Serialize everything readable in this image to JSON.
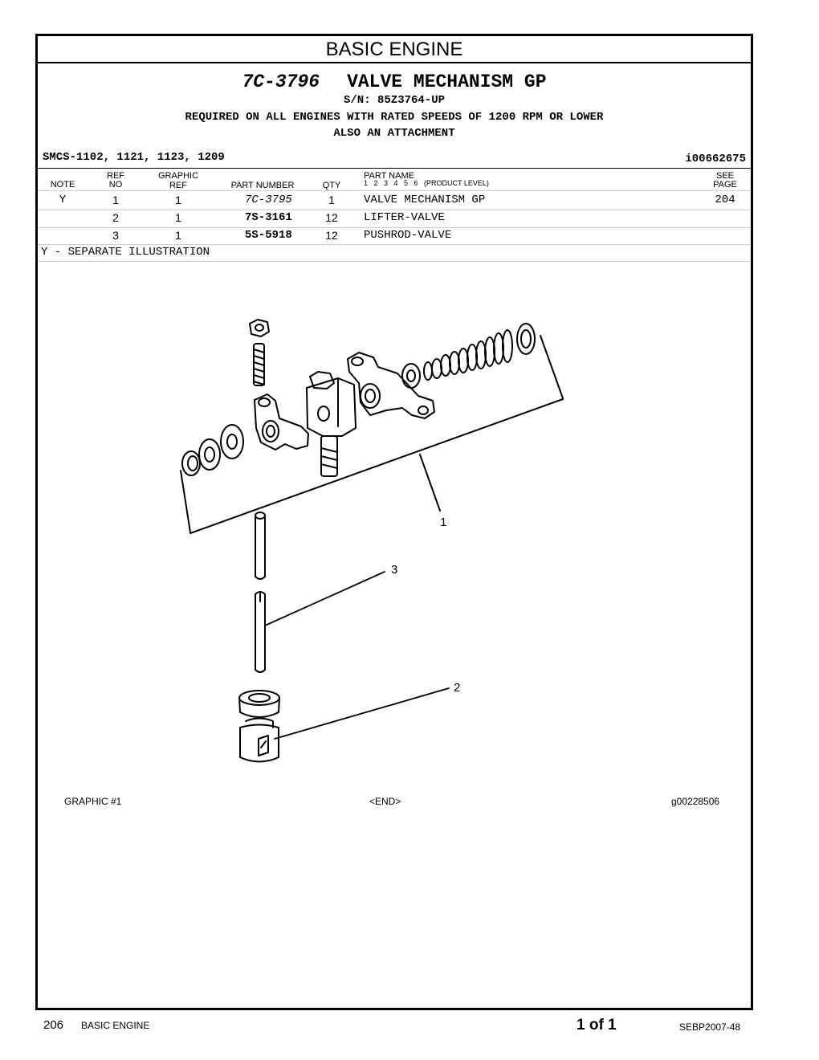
{
  "section_title": "BASIC ENGINE",
  "group": {
    "part_number": "7C-3796",
    "name": "VALVE MECHANISM GP",
    "serial": "S/N: 85Z3764-UP",
    "note_line1": "REQUIRED ON ALL ENGINES WITH RATED SPEEDS OF 1200 RPM OR LOWER",
    "note_line2": "ALSO AN ATTACHMENT"
  },
  "smcs": "SMCS-1102, 1121, 1123, 1209",
  "doc_id": "i00662675",
  "columns": {
    "note": "NOTE",
    "ref_top": "REF",
    "ref_bottom": "NO",
    "graphic_top": "GRAPHIC",
    "graphic_bottom": "REF",
    "part_number": "PART NUMBER",
    "qty": "QTY",
    "part_name": "PART NAME",
    "levels": "1   2   3   4   5   6   (PRODUCT LEVEL)",
    "see_top": "SEE",
    "see_bottom": "PAGE"
  },
  "rows": [
    {
      "note": "Y",
      "ref": "1",
      "graphic": "1",
      "part_number": "7C-3795",
      "qty": "1",
      "name": "VALVE MECHANISM GP",
      "see": "204"
    },
    {
      "note": "",
      "ref": "2",
      "graphic": "1",
      "part_number": "7S-3161",
      "qty": "12",
      "name": "LIFTER-VALVE",
      "see": ""
    },
    {
      "note": "",
      "ref": "3",
      "graphic": "1",
      "part_number": "5S-5918",
      "qty": "12",
      "name": "PUSHROD-VALVE",
      "see": ""
    }
  ],
  "footnote": "Y - SEPARATE ILLUSTRATION",
  "callouts": {
    "one": "1",
    "two": "2",
    "three": "3"
  },
  "graphic_label": "GRAPHIC #1",
  "graphic_end": "<END>",
  "graphic_id": "g00228506",
  "footer": {
    "page_number": "206",
    "section": "BASIC ENGINE",
    "page_of": "1 of 1",
    "doc": "SEBP2007-48"
  }
}
